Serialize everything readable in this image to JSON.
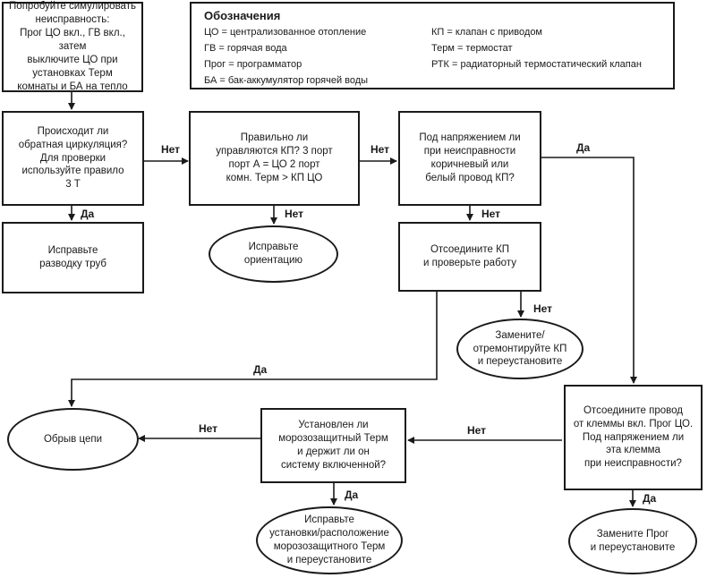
{
  "legend": {
    "title": "Обозначения",
    "items": [
      "ЦО = централизованное отопление",
      "ГВ = горячая вода",
      "Прог = программатор",
      "БА = бак-аккумулятор горячей воды",
      "КП = клапан с приводом",
      "Терм = термостат",
      "РТК = радиаторный термостатический клапан"
    ]
  },
  "nodes": {
    "start": "Попробуйте симулировать\nнеисправность:\nПрог ЦО вкл., ГВ вкл., затем\nвыключите ЦО при\nустановках Терм\nкомнаты и БА на тепло",
    "q_reverse_circulation": "Происходит ли\nобратная циркуляция?\nДля проверки\nиспользуйте правило\n3 Т",
    "fix_piping": "Исправьте\nразводку труб",
    "q_valve_control": "Правильно ли\nуправляются КП? 3 порт\nпорт А = ЦО 2 порт\nкомн. Терм > КП ЦО",
    "fix_orientation": "Исправьте\nориентацию",
    "q_voltage_wire": "Под напряжением ли\nпри неисправности\nкоричневый или\nбелый провод КП?",
    "disconnect_valve": "Отсоедините КП\nи проверьте работу",
    "replace_valve": "Замените/\nотремонтируйте КП\nи переустановите",
    "open_circuit": "Обрыв цепи",
    "q_frost_stat": "Установлен ли\nморозозащитный Терм\nи держит ли он\nсистему включенной?",
    "fix_frost_stat": "Исправьте\nустановки/расположение\nморозозащитного Терм\nи переустановите",
    "q_programmer_terminal": "Отсоедините провод\nот клеммы вкл. Прог ЦО.\nПод напряжением ли\nэта клемма\nпри неисправности?",
    "replace_programmer": "Замените Прог\nи переустановите"
  },
  "edges": {
    "reverse_to_valve": "Нет",
    "reverse_to_piping": "Да",
    "valve_to_voltage": "Нет",
    "valve_to_orientation": "Нет",
    "voltage_to_terminal": "Да",
    "voltage_to_disconnect": "Нет",
    "disconnect_to_replace": "Нет",
    "disconnect_to_open_circuit": "Да",
    "terminal_to_frost": "Нет",
    "terminal_to_replace_prog": "Да",
    "frost_to_open_circuit": "Нет",
    "frost_to_fix": "Да"
  },
  "colors": {
    "line": "#1a1a1a",
    "background": "#ffffff"
  }
}
